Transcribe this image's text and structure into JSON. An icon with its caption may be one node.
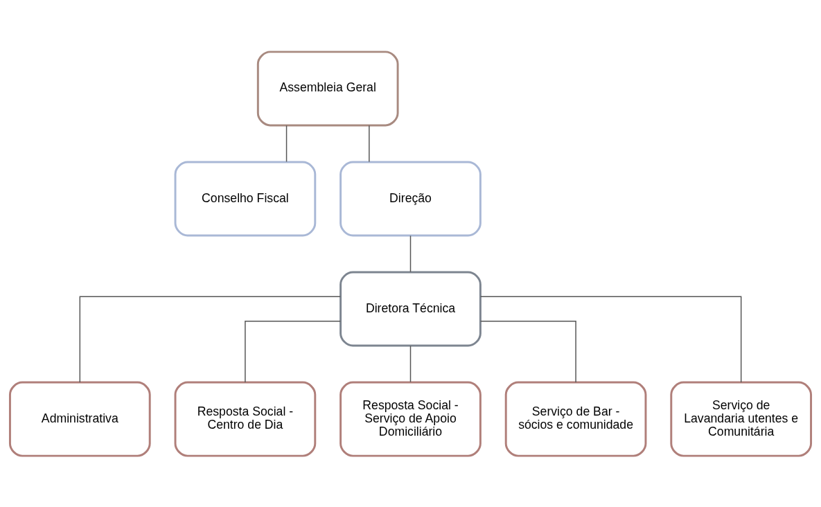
{
  "diagram": {
    "nodes": [
      {
        "text": [
          "Assembleia Geral"
        ]
      },
      {
        "text": [
          "Conselho Fiscal"
        ]
      },
      {
        "text": [
          "Direção"
        ]
      },
      {
        "text": [
          "Diretora Técnica"
        ]
      },
      {
        "text": [
          "Administrativa"
        ]
      },
      {
        "text": [
          "Resposta Social - Centro de Dia"
        ]
      },
      {
        "text": [
          "Resposta Social - Serviço de Apoio Domiciliário"
        ]
      },
      {
        "text": [
          "Serviço de Bar - sócios e comunidade"
        ]
      },
      {
        "text": [
          "Serviço de Lavandaria utentes e Comunitária"
        ]
      }
    ],
    "edges": [
      {
        "from": 0,
        "to": 1,
        "arrow": "none"
      },
      {
        "from": 0,
        "to": 2,
        "arrow": "none"
      },
      {
        "from": 2,
        "to": 3,
        "arrow": "none"
      },
      {
        "from": 3,
        "to": 4,
        "arrow": "none"
      },
      {
        "from": 3,
        "to": 5,
        "arrow": "none"
      },
      {
        "from": 3,
        "to": 6,
        "arrow": "none"
      },
      {
        "from": 3,
        "to": 7,
        "arrow": "none"
      },
      {
        "from": 3,
        "to": 8,
        "arrow": "none"
      }
    ]
  }
}
